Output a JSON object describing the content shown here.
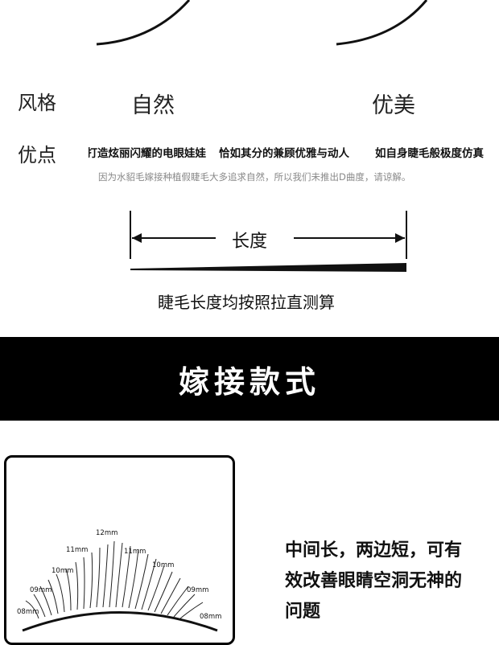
{
  "labels": {
    "style": "风格",
    "merit": "优点"
  },
  "styles": {
    "natural": "自然",
    "graceful": "优美"
  },
  "merits": {
    "item1": "打造炫丽闪耀的电眼娃娃",
    "item2": "恰如其分的兼顾优雅与动人",
    "item3": "如自身睫毛般极度仿真"
  },
  "note": "因为水貂毛嫁接种植假睫毛大多追求自然，所以我们未推出D曲度，请谅解。",
  "length": {
    "label": "长度",
    "measure_note": "睫毛长度均按照拉直测算"
  },
  "banner": {
    "title": "嫁接款式"
  },
  "eye_diagram": {
    "marks": {
      "m12": "12mm",
      "m11_left": "11mm",
      "m11_right": "11mm",
      "m10_left": "10mm",
      "m10_right": "10mm",
      "m09_left": "09mm",
      "m09_right": "09mm",
      "m08_left": "08mm",
      "m08_right": "08mm"
    }
  },
  "description": {
    "line1": "中间长，两边短，可有",
    "line2": "效改善眼睛空洞无神的",
    "line3": "问题"
  },
  "colors": {
    "banner_bg": "#000000",
    "banner_text": "#ffffff",
    "note_text": "#888888"
  }
}
